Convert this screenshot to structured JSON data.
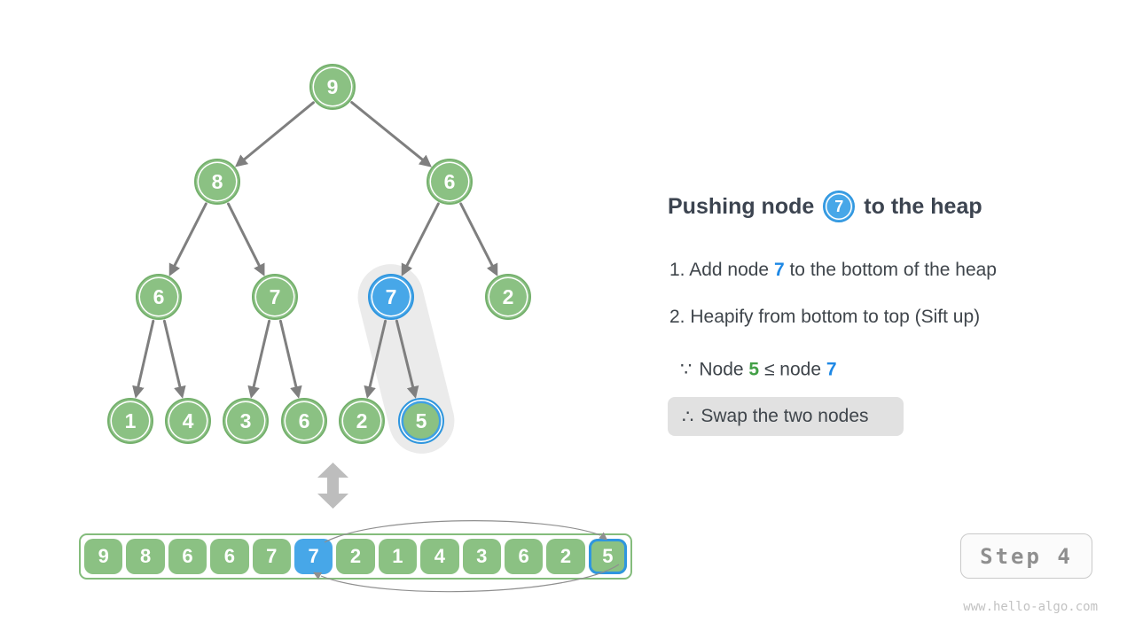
{
  "panel": {
    "title": {
      "pre": "Pushing node",
      "node": "7",
      "post": "to the heap"
    },
    "steps": [
      {
        "pre": "1. Add node ",
        "em": "7",
        "post": " to the bottom of the heap"
      },
      {
        "pre": "2. Heapify from bottom to top (Sift up)",
        "em": "",
        "post": ""
      }
    ],
    "because": {
      "symbol": "∵",
      "pre": "Node ",
      "green": "5",
      "mid": " ≤ node ",
      "blue": "7"
    },
    "therefore": {
      "symbol": "∴",
      "text": "Swap the two nodes"
    }
  },
  "tree": {
    "nodes": [
      {
        "value": "9",
        "highlight": "none"
      },
      {
        "value": "8",
        "highlight": "none"
      },
      {
        "value": "6",
        "highlight": "none"
      },
      {
        "value": "6",
        "highlight": "none"
      },
      {
        "value": "7",
        "highlight": "none"
      },
      {
        "value": "7",
        "highlight": "blue-fill"
      },
      {
        "value": "2",
        "highlight": "none"
      },
      {
        "value": "1",
        "highlight": "none"
      },
      {
        "value": "4",
        "highlight": "none"
      },
      {
        "value": "3",
        "highlight": "none"
      },
      {
        "value": "6",
        "highlight": "none"
      },
      {
        "value": "2",
        "highlight": "none"
      },
      {
        "value": "5",
        "highlight": "blue-ring"
      }
    ],
    "edges": [
      "9-8",
      "9-6",
      "8-6",
      "8-7",
      "6-7",
      "6-2",
      "6-1",
      "6-4",
      "7-3",
      "7-6",
      "7-2",
      "7-5"
    ]
  },
  "array": {
    "cells": [
      "9",
      "8",
      "6",
      "6",
      "7",
      "7",
      "2",
      "1",
      "4",
      "3",
      "6",
      "2",
      "5"
    ],
    "blue_fill_index": 5,
    "blue_ring_index": 12
  },
  "step_indicator": {
    "label": "Step 4"
  },
  "watermark": "www.hello-algo.com",
  "colors": {
    "node_green": "#8BC183",
    "node_blue": "#47A7E8",
    "text_blue": "#1E88E5",
    "text_green": "#43A047",
    "edge_gray": "#7F7F7F",
    "capsule_gray": "#EBEBEB",
    "swap_box_gray": "#E1E1E1"
  }
}
